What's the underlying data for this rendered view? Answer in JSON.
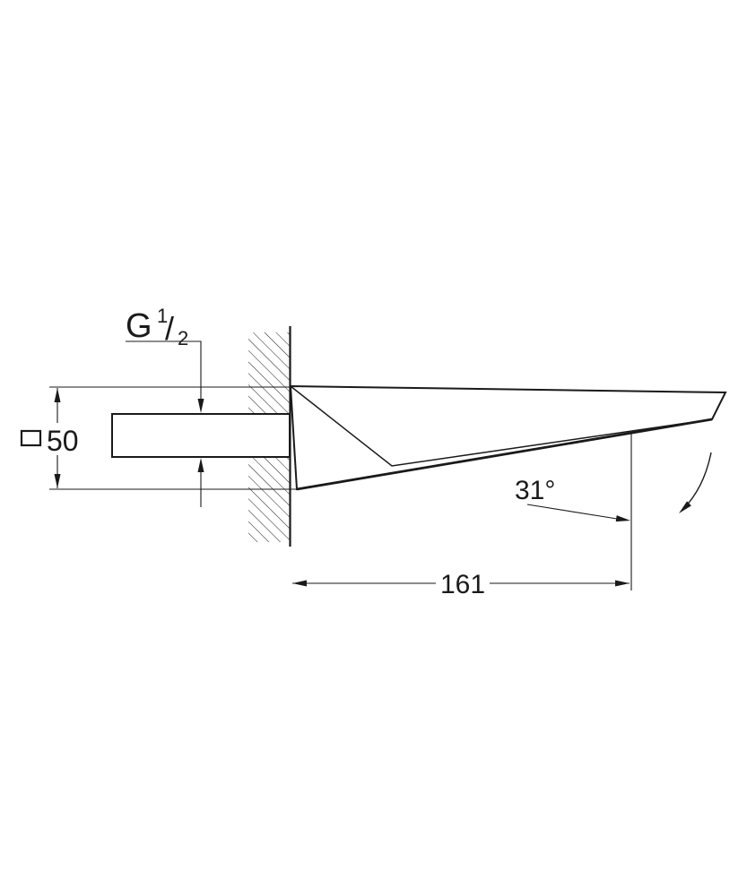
{
  "page": {
    "background": "#ffffff",
    "line_color": "#1a1a1a"
  },
  "drawing": {
    "type": "technical-dimension-drawing",
    "subject": "wall-mounted-bath-spout-side-view",
    "labels": {
      "thread": {
        "letter": "G",
        "numerator": "1",
        "slash": "/",
        "denominator": "2"
      },
      "width": {
        "symbol": "□",
        "value": "50"
      },
      "angle": {
        "value": "31°"
      },
      "length": {
        "value": "161"
      }
    }
  }
}
